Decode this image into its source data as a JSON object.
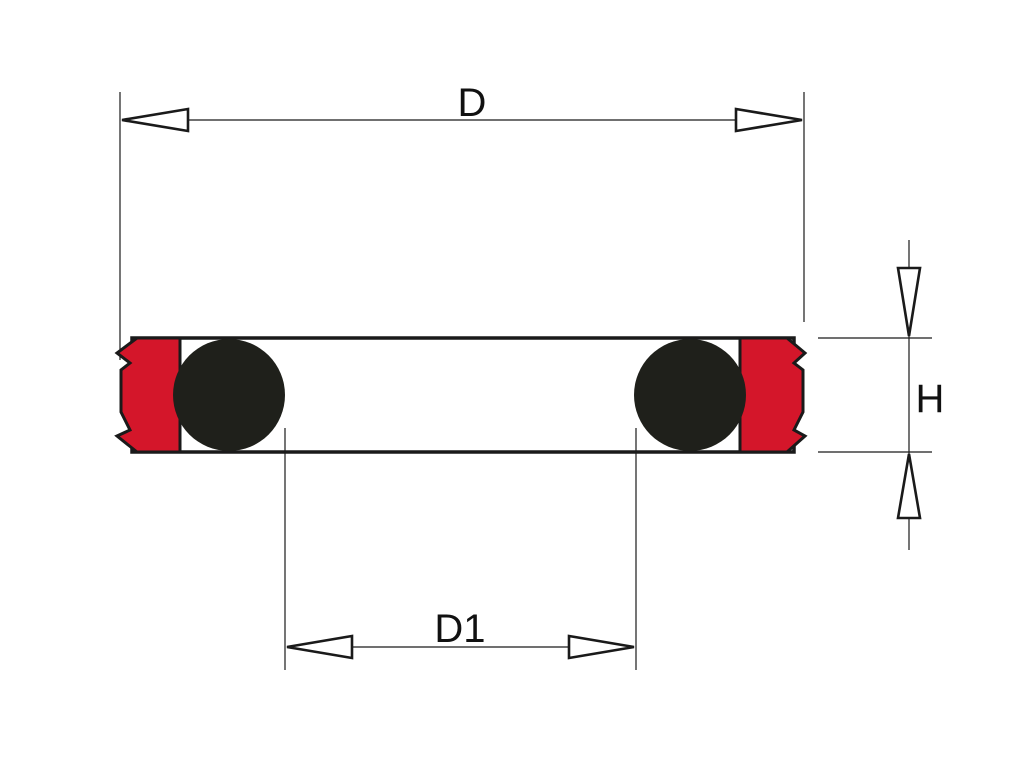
{
  "dimensions": {
    "outer_diameter_label": "D",
    "inner_diameter_label": "D1",
    "height_label": "H"
  },
  "colors": {
    "seal_ring": "#d4162a",
    "o_ring": "#1f201b",
    "lines": "#1a1a1a",
    "background": "#ffffff"
  }
}
